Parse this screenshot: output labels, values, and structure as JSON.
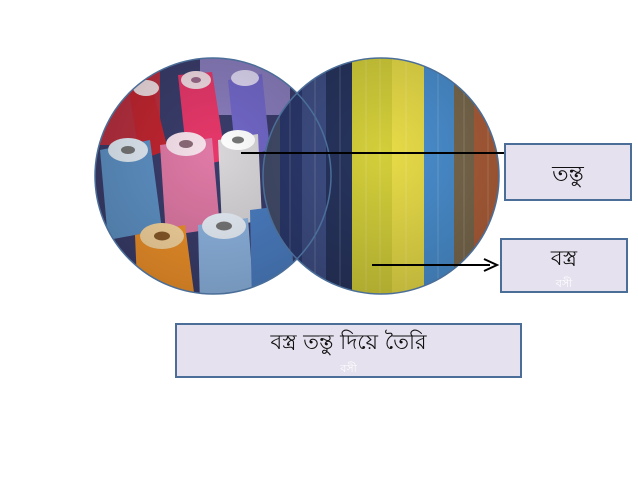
{
  "labels": {
    "fiber": "তন্তু",
    "fabric": "বস্ত্র",
    "fabric_sub": "বসী",
    "statement": "বস্ত্র তন্তু দিয়ে তৈরি",
    "statement_sub": "বসী"
  },
  "colors": {
    "box_fill": "#e5e1ee",
    "box_border": "#4a6e98",
    "circle_border": "#4a6e98",
    "arrow": "#000000"
  }
}
